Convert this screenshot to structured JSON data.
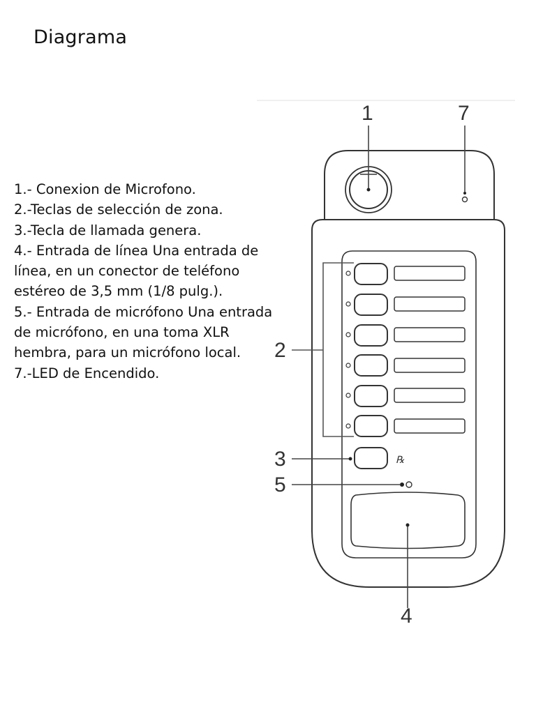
{
  "page": {
    "title": "Diagrama"
  },
  "legend": {
    "lines": [
      "1.- Conexion de Microfono.",
      "2.-Teclas de selección de zona.",
      "3.-Tecla de llamada genera.",
      "4.- Entrada de línea Una entrada de",
      "línea, en un conector de teléfono",
      "estéreo de  3,5 mm (1/8 pulg.).",
      "5.- Entrada de micrófono Una entrada",
      "de  micrófono, en una toma XLR",
      "hembra, para un micrófono local.",
      "7.-LED de Encendido."
    ]
  },
  "diagram": {
    "callouts": {
      "c1": "1",
      "c2": "2",
      "c3": "3",
      "c4": "4",
      "c5": "5",
      "c7": "7"
    },
    "zone_key_count": 6,
    "general_call_key_symbol": "℞"
  }
}
